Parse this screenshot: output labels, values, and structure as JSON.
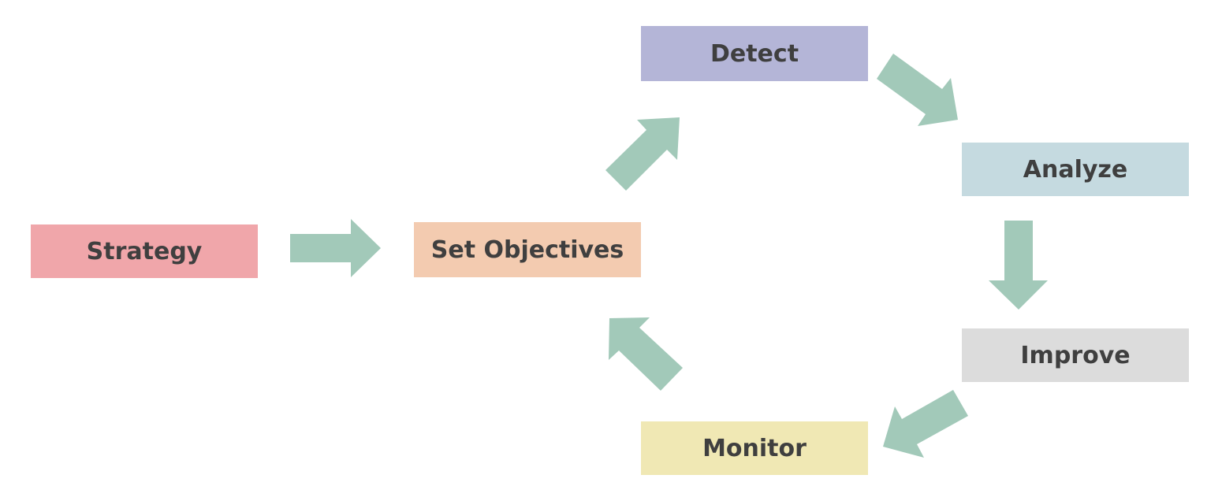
{
  "diagram": {
    "nodes": [
      {
        "id": "strategy",
        "label": "Strategy",
        "color": "#f0a6aa"
      },
      {
        "id": "objective",
        "label": "Set Objectives",
        "color": "#f3cbb0"
      },
      {
        "id": "detect",
        "label": "Detect",
        "color": "#b4b5d7"
      },
      {
        "id": "analyze",
        "label": "Analyze",
        "color": "#c5dae0"
      },
      {
        "id": "improve",
        "label": "Improve",
        "color": "#dcdcdc"
      },
      {
        "id": "monitor",
        "label": "Monitor",
        "color": "#f0e8b4"
      }
    ],
    "edges": [
      {
        "from": "strategy",
        "to": "objective"
      },
      {
        "from": "objective",
        "to": "detect"
      },
      {
        "from": "detect",
        "to": "analyze"
      },
      {
        "from": "analyze",
        "to": "improve"
      },
      {
        "from": "improve",
        "to": "monitor"
      },
      {
        "from": "monitor",
        "to": "objective"
      }
    ],
    "arrow_color": "#a2c9b9",
    "text_color": "#3f3f3f"
  }
}
